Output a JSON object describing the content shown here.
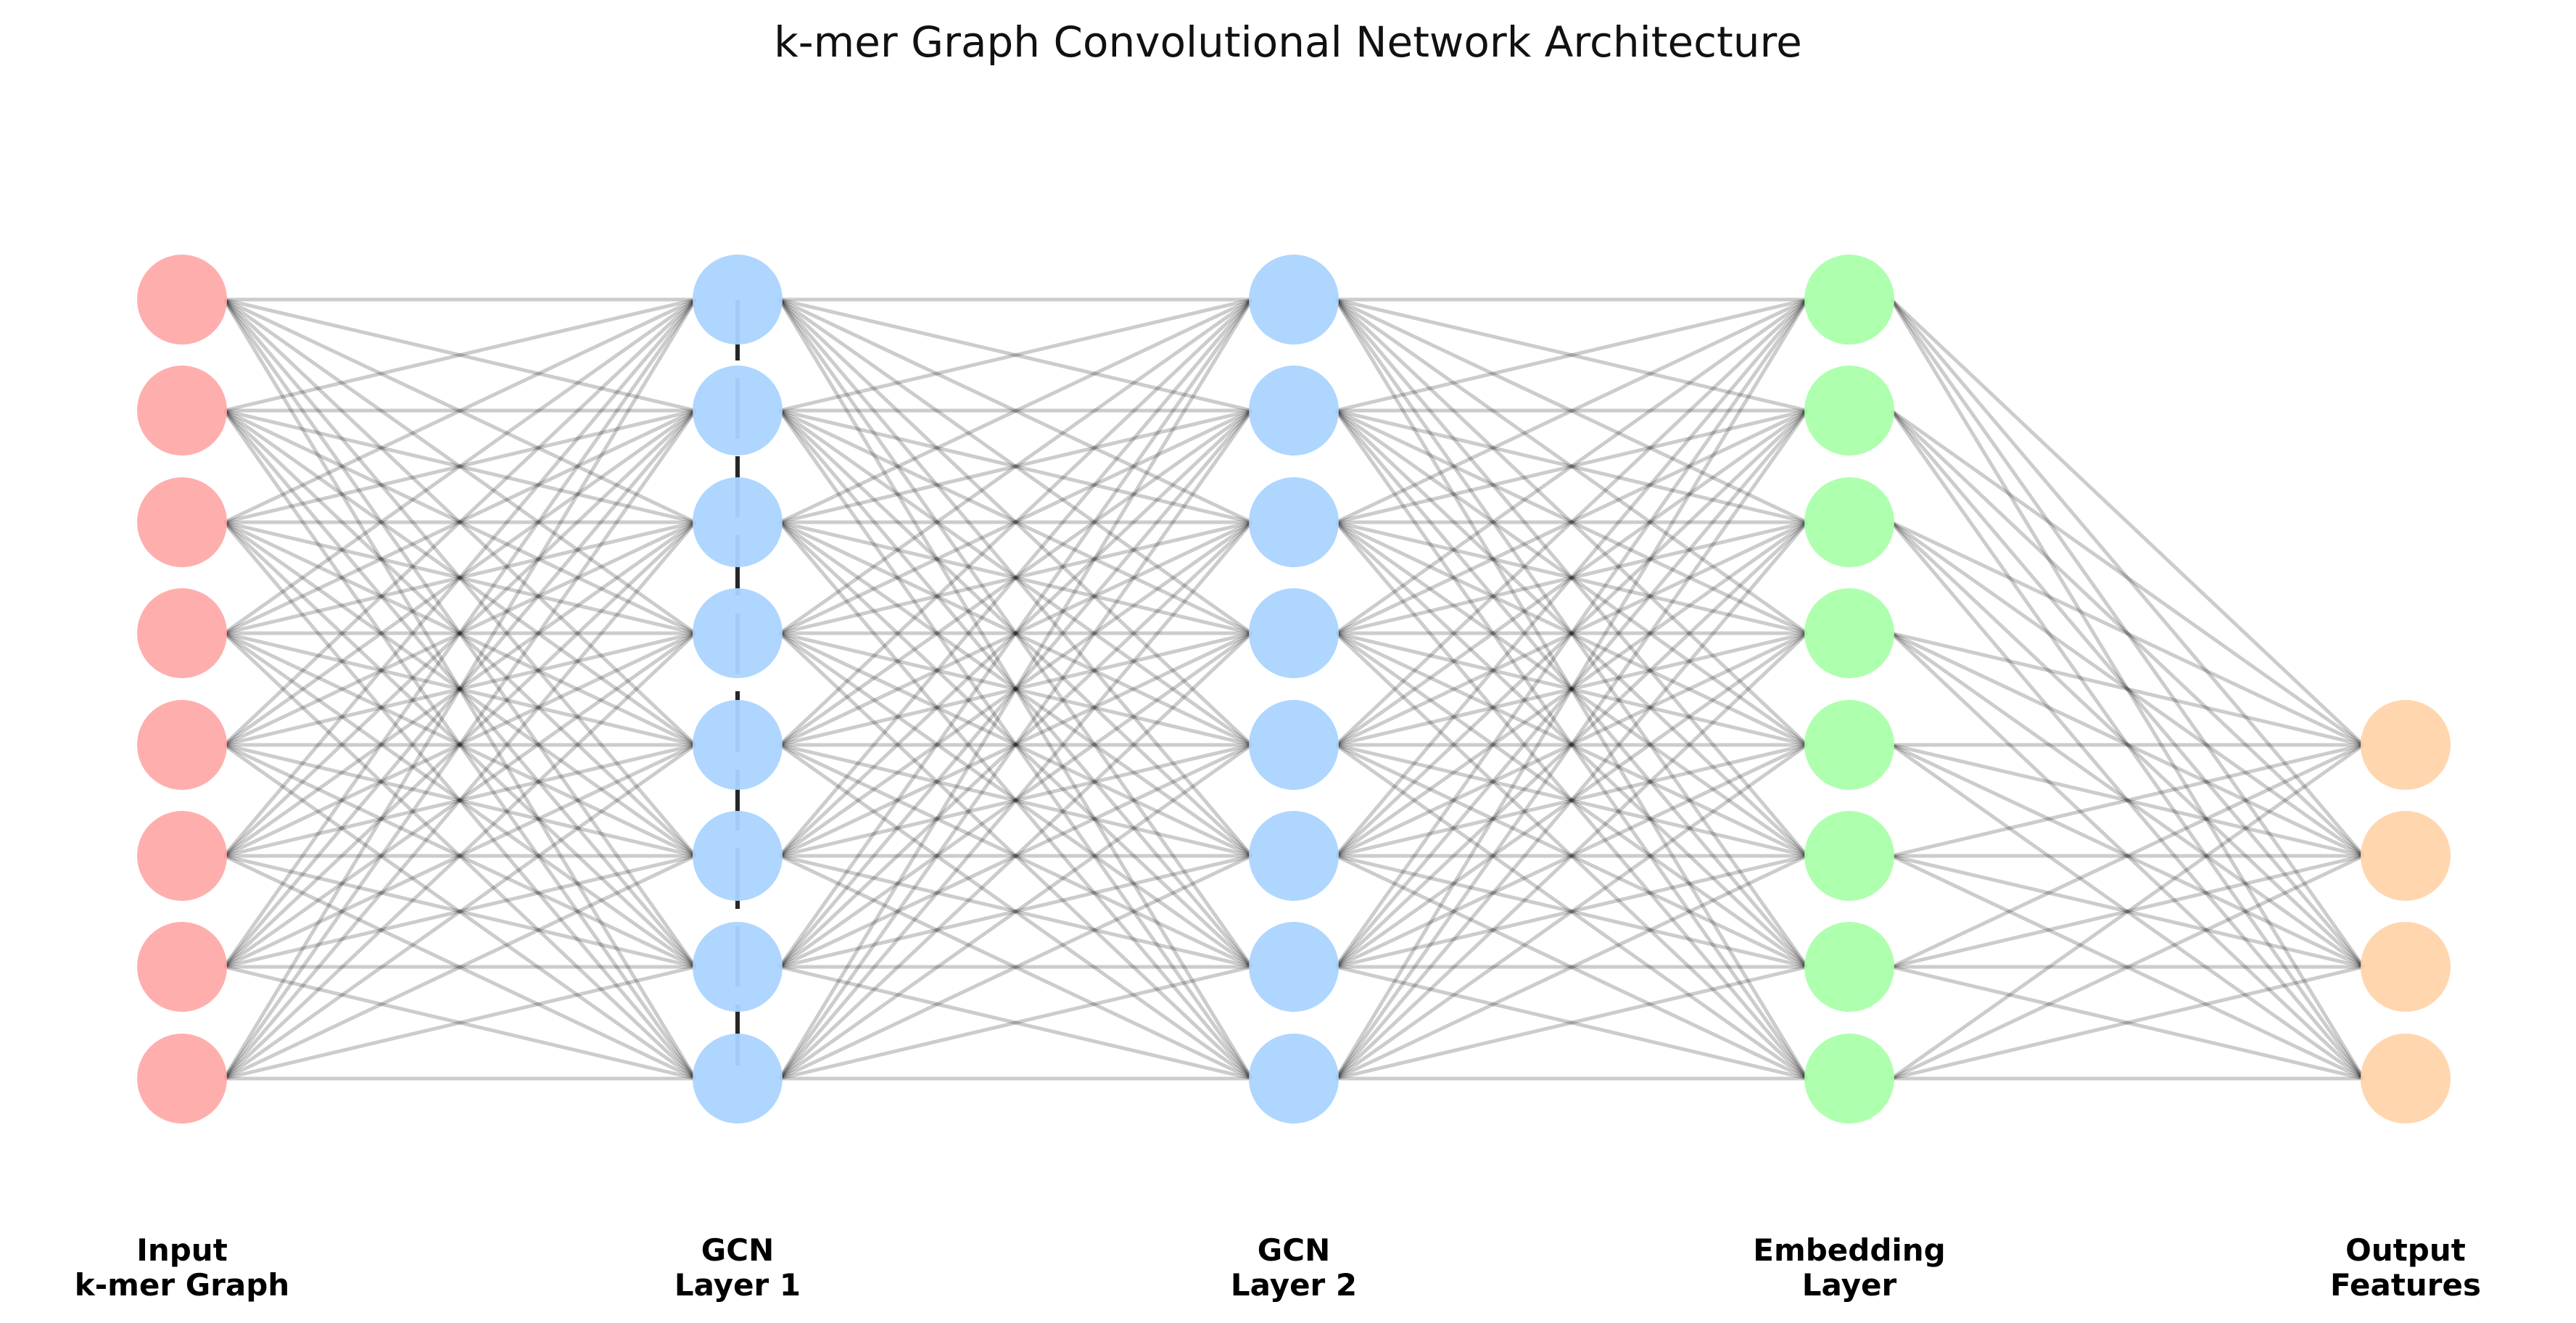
{
  "title": "k-mer Graph Convolutional Network Architecture",
  "layers": [
    {
      "id": "input",
      "label_line1": "Input",
      "label_line2": "k-mer Graph",
      "nodes": 8,
      "color": "#ffaaaa"
    },
    {
      "id": "gcn1",
      "label_line1": "GCN",
      "label_line2": "Layer 1",
      "nodes": 8,
      "color": "#aad4ff"
    },
    {
      "id": "gcn2",
      "label_line1": "GCN",
      "label_line2": "Layer 2",
      "nodes": 8,
      "color": "#aad4ff"
    },
    {
      "id": "embedding",
      "label_line1": "Embedding",
      "label_line2": "Layer",
      "nodes": 8,
      "color": "#aaffaa"
    },
    {
      "id": "output",
      "label_line1": "Output",
      "label_line2": "Features",
      "nodes": 4,
      "color": "#ffd4aa"
    }
  ],
  "edge_color": "#000000",
  "dashed_marker_color": "#000000"
}
